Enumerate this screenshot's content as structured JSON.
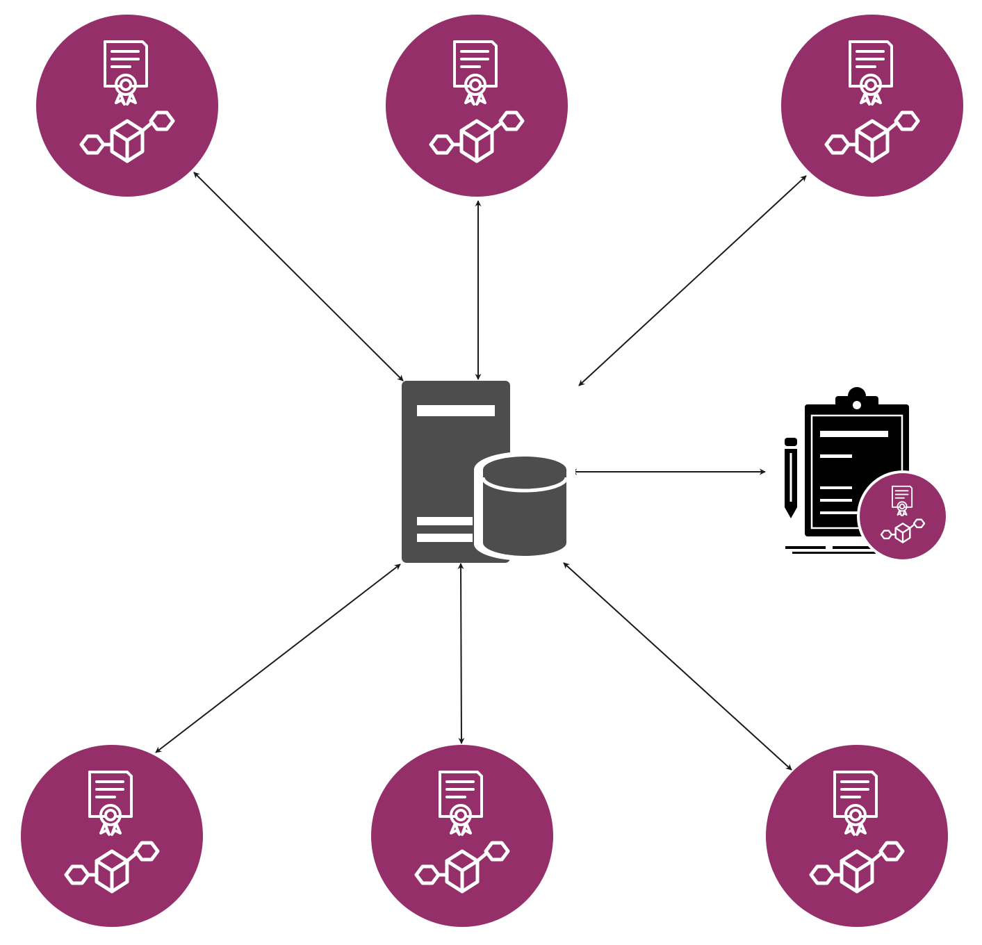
{
  "colors": {
    "node_fill": "#952f6a",
    "icon_stroke": "#ffffff",
    "server_fill": "#4d4d4d",
    "clipboard_fill": "#000000",
    "arrow_color": "#1a1a1a",
    "background": "#ffffff"
  },
  "icons": {
    "node_badge": "certificate-icon",
    "node_chain": "blockchain-cubes-icon",
    "hub_server": "server-icon",
    "hub_database": "database-icon",
    "client": "clipboard-icon",
    "client_pen": "pen-icon"
  },
  "nodes": [
    {
      "id": "node-top-left",
      "icon": "blockchain-node-icon"
    },
    {
      "id": "node-top-center",
      "icon": "blockchain-node-icon"
    },
    {
      "id": "node-top-right",
      "icon": "blockchain-node-icon"
    },
    {
      "id": "node-bottom-left",
      "icon": "blockchain-node-icon"
    },
    {
      "id": "node-bottom-center",
      "icon": "blockchain-node-icon"
    },
    {
      "id": "node-bottom-right",
      "icon": "blockchain-node-icon"
    }
  ],
  "hub": {
    "id": "central-server",
    "icon": "server-database-icon"
  },
  "client": {
    "id": "client-clipboard",
    "icon": "clipboard-certificate-icon"
  },
  "links": [
    {
      "from": "central-server",
      "to": "node-top-left",
      "bidirectional": true
    },
    {
      "from": "central-server",
      "to": "node-top-center",
      "bidirectional": true
    },
    {
      "from": "central-server",
      "to": "node-top-right",
      "bidirectional": true
    },
    {
      "from": "central-server",
      "to": "node-bottom-left",
      "bidirectional": true
    },
    {
      "from": "central-server",
      "to": "node-bottom-center",
      "bidirectional": true
    },
    {
      "from": "central-server",
      "to": "node-bottom-right",
      "bidirectional": true
    },
    {
      "from": "central-server",
      "to": "client-clipboard",
      "bidirectional": true
    }
  ]
}
